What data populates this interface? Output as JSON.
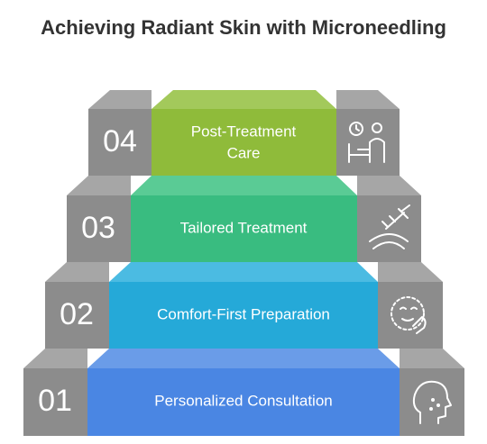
{
  "title": "Achieving Radiant Skin with Microneedling",
  "steps": [
    {
      "number": "04",
      "label_line1": "Post-Treatment",
      "label_line2": "Care",
      "icon": "clock-person-icon",
      "color": "#8fbb3a"
    },
    {
      "number": "03",
      "label_line1": "Tailored Treatment",
      "label_line2": "",
      "icon": "microneedle-face-icon",
      "color": "#39bc80"
    },
    {
      "number": "02",
      "label_line1": "Comfort-First Preparation",
      "label_line2": "",
      "icon": "calm-face-icon",
      "color": "#25a9d8"
    },
    {
      "number": "01",
      "label_line1": "Personalized Consultation",
      "label_line2": "",
      "icon": "face-profile-icon",
      "color": "#4a86e3"
    }
  ],
  "colors": {
    "gray_face": "#8c8c8c",
    "gray_top": "#a6a6a6"
  }
}
